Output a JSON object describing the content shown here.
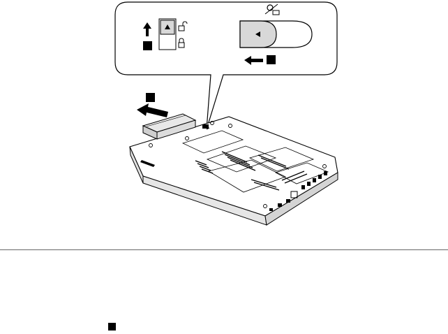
{
  "diagram": {
    "callout_step_markers": [
      "1",
      "2"
    ],
    "main_step_marker": "3",
    "icons": [
      "unlock-icon",
      "lock-icon",
      "eject-icon",
      "arrow-up-icon",
      "arrow-left-icon",
      "arrow-left-bold-icon"
    ],
    "colors": {
      "outline": "#000000",
      "fill_light": "#e8e8e8",
      "fill_mid": "#cfcfcf",
      "background": "#ffffff"
    }
  },
  "footer": {
    "step_marker": "■"
  }
}
